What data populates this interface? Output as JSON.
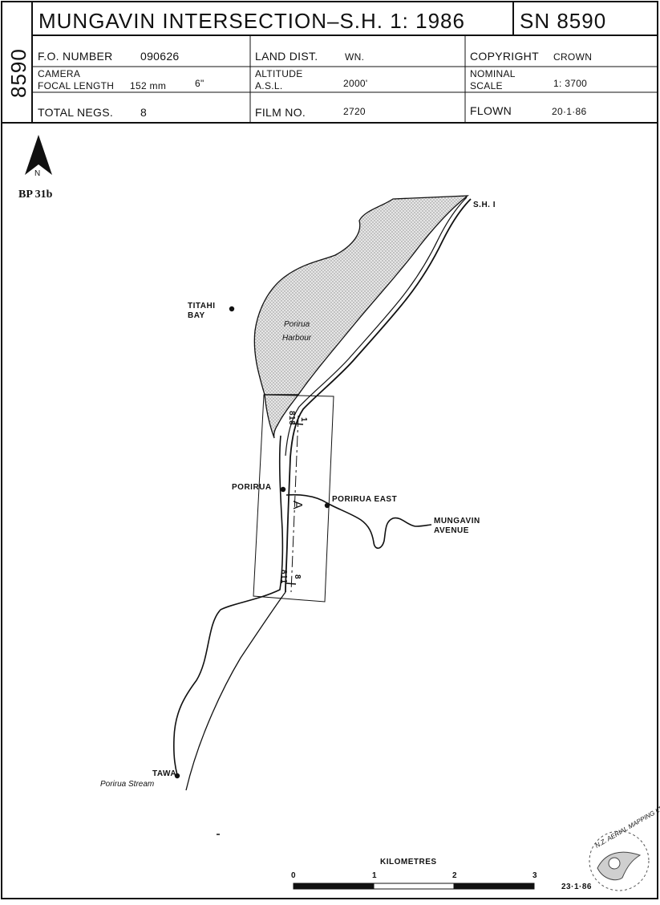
{
  "header": {
    "side_number": "8590",
    "title": "MUNGAVIN INTERSECTION–S.H. 1: 1986",
    "sn": "SN 8590",
    "fo_number_label": "F.O. NUMBER",
    "fo_number_value": "090626",
    "land_dist_label": "LAND DIST.",
    "land_dist_value": "WN.",
    "copyright_label": "COPYRIGHT",
    "copyright_value": "CROWN",
    "camera_label": "CAMERA",
    "focal_length_label": "FOCAL LENGTH",
    "focal_length_mm": "152 mm",
    "focal_length_in": "6\"",
    "altitude_label": "ALTITUDE",
    "asl_label": "A.S.L.",
    "altitude_value": "2000'",
    "nominal_label": "NOMINAL",
    "scale_label": "SCALE",
    "scale_value": "1: 3700",
    "total_negs_label": "TOTAL NEGS.",
    "total_negs_value": "8",
    "film_no_label": "FILM NO.",
    "film_no_value": "2720",
    "flown_label": "FLOWN",
    "flown_value": "20·1·86"
  },
  "map": {
    "north_letter": "N",
    "plate_id": "BP 31b",
    "labels": {
      "sh1": "S.H. I",
      "titahi_1": "TITAHI",
      "titahi_2": "BAY",
      "harbour_1": "Porirua",
      "harbour_2": "Harbour",
      "porirua": "PORIRUA",
      "porirua_east": "PORIRUA EAST",
      "mungavin_1": "MUNGAVIN",
      "mungavin_2": "AVENUE",
      "tawa": "TAWA",
      "stream": "Porirua Stream"
    },
    "flight_line": {
      "run_label": "A",
      "start_frame": "1",
      "start_photo": "818",
      "end_frame": "8",
      "end_photo": "811"
    }
  },
  "scale_bar": {
    "title": "KILOMETRES",
    "ticks": [
      "0",
      "1",
      "2",
      "3"
    ]
  },
  "stamp": {
    "text": "N.Z. AERIAL MAPPING LTD",
    "date": "23·1·86"
  }
}
